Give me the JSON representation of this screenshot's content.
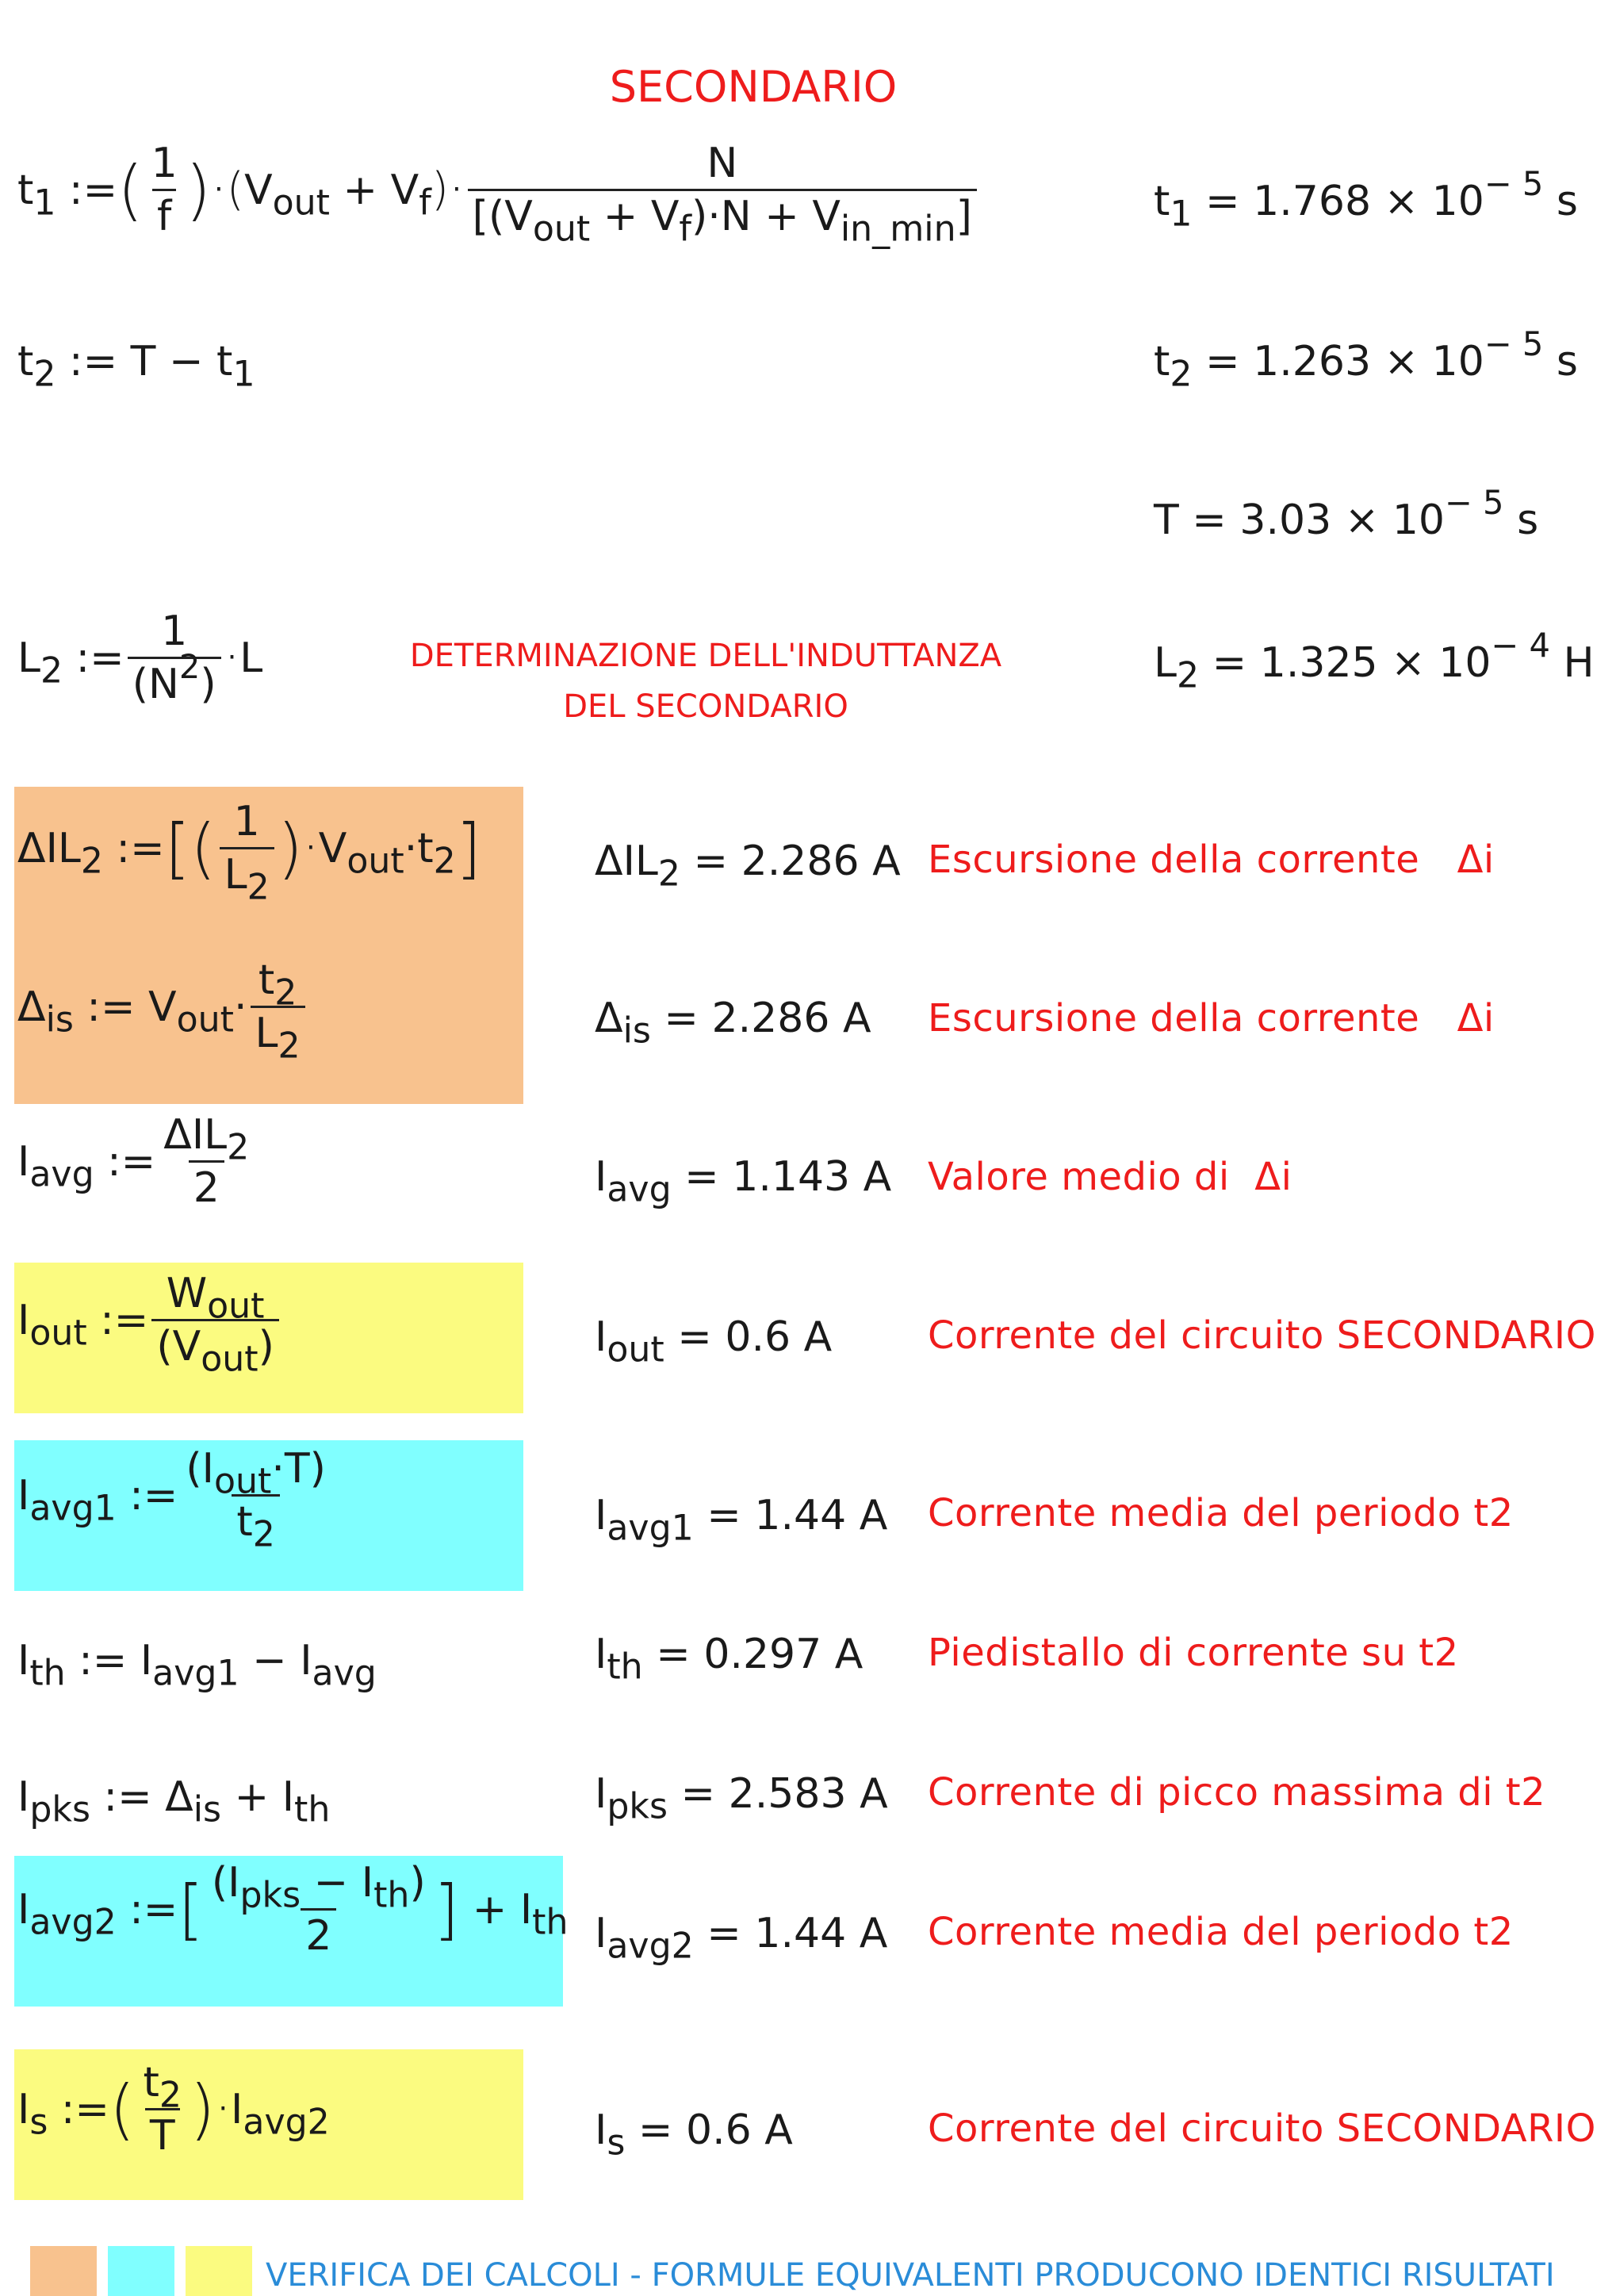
{
  "header": {
    "title": "SECONDARIO"
  },
  "section_title": {
    "line1": "DETERMINAZIONE DELL'INDUTTANZA",
    "line2": "DEL SECONDARIO"
  },
  "results": {
    "t1": "1.768",
    "t2": "1.263",
    "T": "3.03",
    "L2": "1.325",
    "dIL2": "2.286",
    "dis": "2.286",
    "Iavg": "1.143",
    "Iout": "0.6",
    "Iavg1": "1.44",
    "Ith": "0.297",
    "Ipks": "2.583",
    "Iavg2": "1.44",
    "Is": "0.6"
  },
  "exponents": {
    "t1": "− 5",
    "t2": "− 5",
    "T": "− 5",
    "L2": "− 4"
  },
  "units": {
    "s": "s",
    "H": "H",
    "A": "A"
  },
  "comments": {
    "dIL2": "Escursione della corrente",
    "dis": "Escursione della corrente",
    "Iavg": "Valore medio di",
    "Iout": "Corrente del circuito SECONDARIO",
    "Iavg1": "Corrente media del periodo t2",
    "Ith": "Piedistallo di corrente su t2",
    "Ipks": "Corrente di picco massima di t2",
    "Iavg2": "Corrente media del periodo t2",
    "Is": "Corrente del circuito SECONDARIO"
  },
  "delta_i_symbol": "Δi",
  "legend": {
    "text": "VERIFICA DEI CALCOLI - FORMULE EQUIVALENTI PRODUCONO IDENTICI RISULTATI",
    "colors": [
      "#f8c28e",
      "#80ffff",
      "#fbfb80"
    ]
  },
  "colors": {
    "accent_red": "#ee1c1c",
    "accent_blue": "#2a8cd8",
    "orange": "#f8c28e",
    "cyan": "#80ffff",
    "yellow": "#fbfb80"
  }
}
